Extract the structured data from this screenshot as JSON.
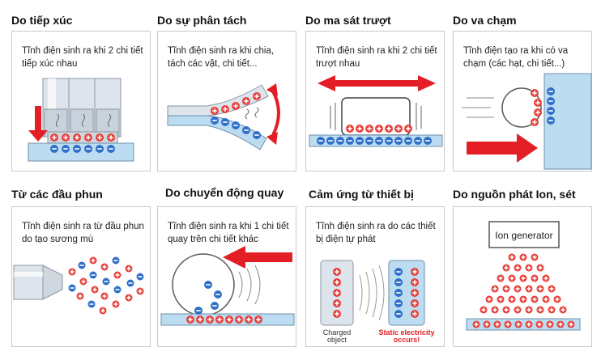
{
  "panels": [
    {
      "title": "Do tiếp xúc",
      "desc": "Tĩnh điện sinh ra khi 2 chi tiết tiếp xúc nhau"
    },
    {
      "title": "Do sự phân tách",
      "desc": "Tĩnh điện sinh ra khi chia, tách các vật, chi tiết..."
    },
    {
      "title": "Do ma sát trượt",
      "desc": "Tĩnh điện sinh ra khi 2 chi tiết trượt nhau"
    },
    {
      "title": "Do va chạm",
      "desc": "Tĩnh điện tạo ra khi có va chạm (các hạt, chi tiết...)"
    },
    {
      "title": "Từ các đầu phun",
      "desc": "Tĩnh điện sinh ra từ đầu phun do tạo sương mù"
    },
    {
      "title": "Do chuyển động quay",
      "desc": "Tĩnh điện sinh ra khi 1 chi tiết quay trên chi tiết khác"
    },
    {
      "title": "Cảm ứng từ thiết bị",
      "desc": "Tĩnh điện sinh ra do các thiết bị điện tự phát"
    },
    {
      "title": "Do nguồn phát Ion, sét",
      "desc": ""
    }
  ],
  "labels": {
    "ion_generator": "Ion generator",
    "charged_object_line1": "Charged",
    "charged_object_line2": "object",
    "static_line1": "Static electricity",
    "static_line2": "occurs!"
  },
  "colors": {
    "plus": "#e8403a",
    "minus": "#2f6fc9",
    "arrow": "#e31e24",
    "base": "#bcdcf2",
    "metal": "#dde4ec"
  }
}
